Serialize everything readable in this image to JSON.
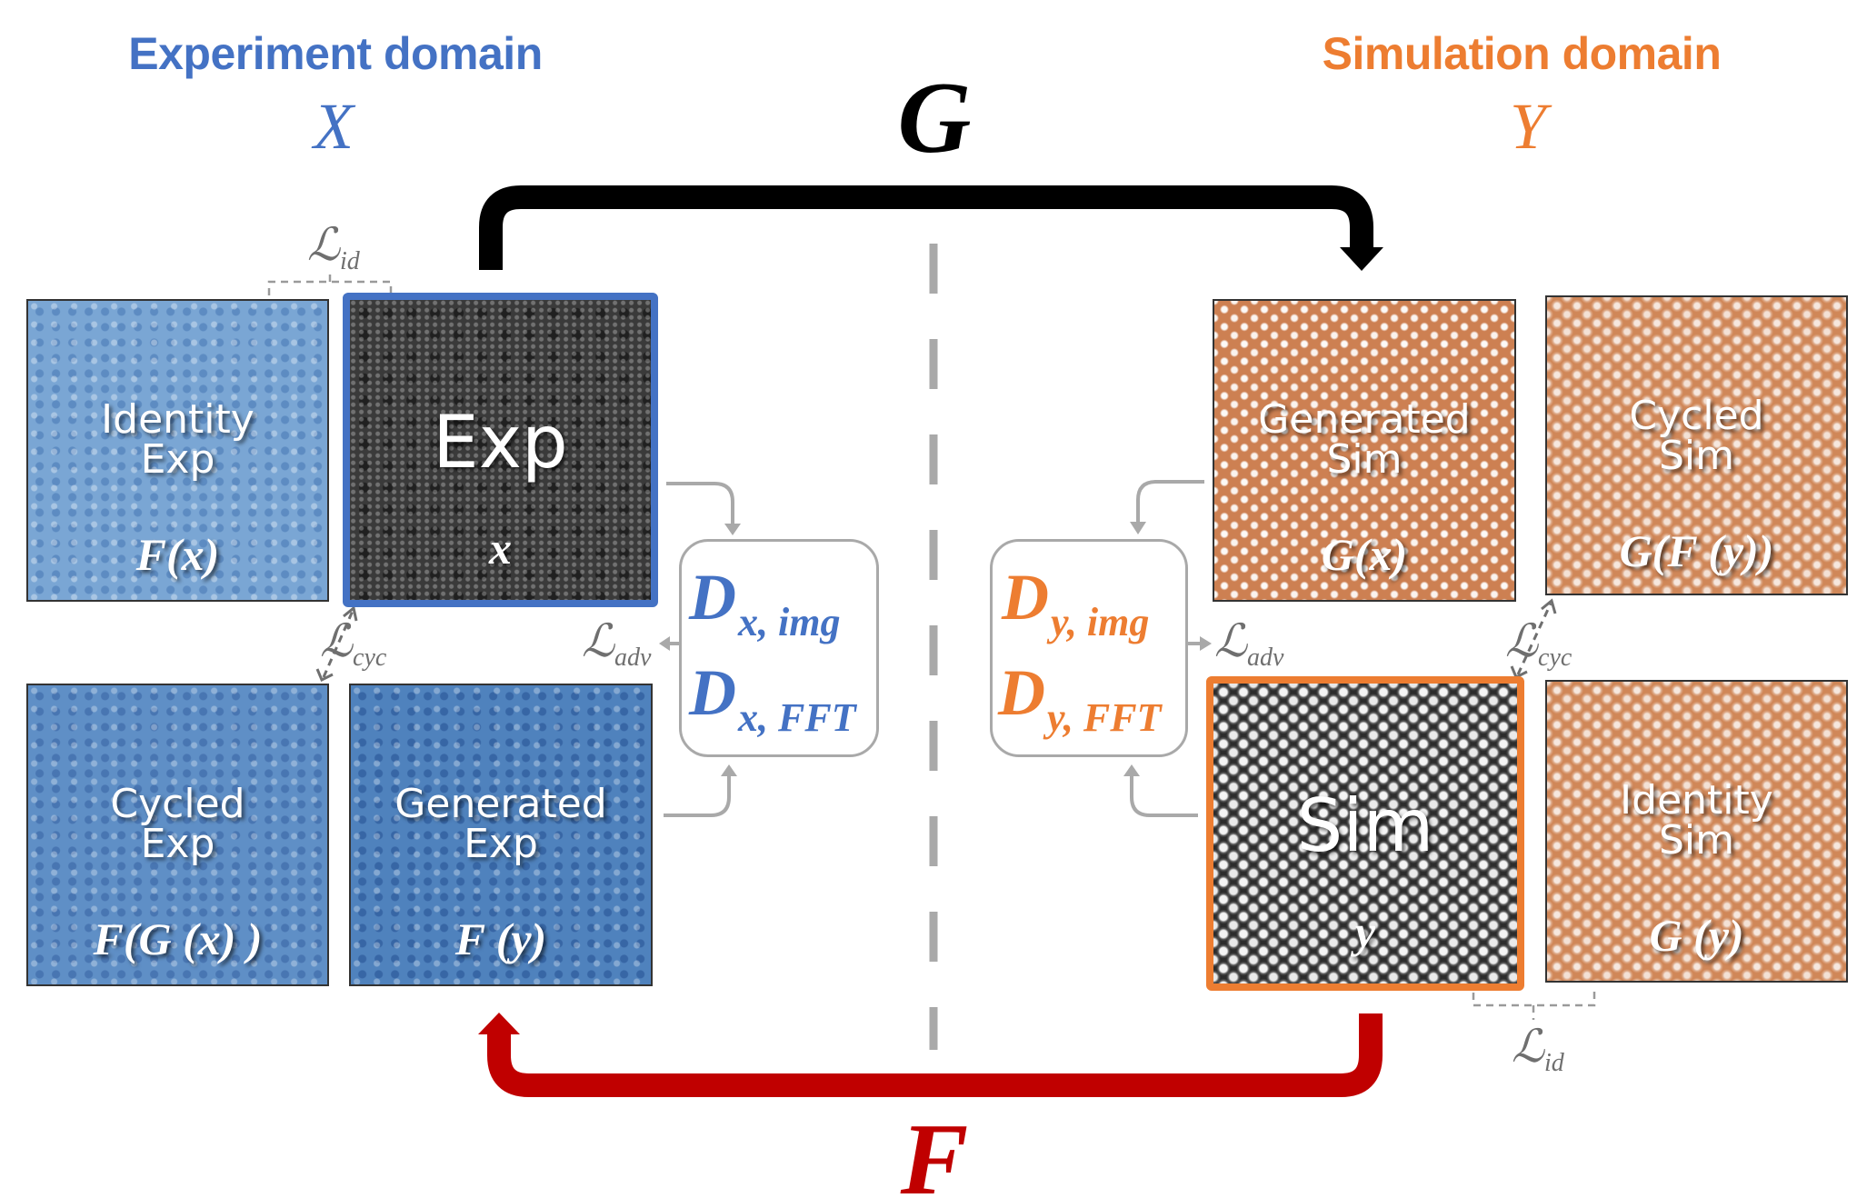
{
  "colors": {
    "experiment": "#4472C4",
    "simulation": "#ED7D31",
    "generator_G": "#000000",
    "generator_F": "#C00000",
    "loss_text": "#6F6F6F",
    "connector": "#A9A9A9"
  },
  "header": {
    "experiment_domain": "Experiment domain",
    "experiment_var": "X",
    "simulation_domain": "Simulation domain",
    "simulation_var": "Y"
  },
  "generators": {
    "G": "G",
    "F": "F"
  },
  "tiles": {
    "identity_exp": {
      "name_line1": "Identity",
      "name_line2": "Exp",
      "func": "F(x)"
    },
    "exp": {
      "name": "Exp",
      "func": "x"
    },
    "cycled_exp": {
      "name_line1": "Cycled",
      "name_line2": "Exp",
      "func": "F(G (x) )"
    },
    "generated_exp": {
      "name_line1": "Generated",
      "name_line2": "Exp",
      "func": "F (y)"
    },
    "generated_sim": {
      "name_line1": "Generated",
      "name_line2": "Sim",
      "func": "G(x)"
    },
    "cycled_sim": {
      "name_line1": "Cycled",
      "name_line2": "Sim",
      "func": "G(F (y))"
    },
    "sim": {
      "name": "Sim",
      "func": "y"
    },
    "identity_sim": {
      "name_line1": "Identity",
      "name_line2": "Sim",
      "func": "G (y)"
    }
  },
  "discriminators": {
    "x": {
      "img": {
        "D": "D",
        "sub": "x, img"
      },
      "fft": {
        "D": "D",
        "sub": "x, FFT"
      }
    },
    "y": {
      "img": {
        "D": "D",
        "sub": "y, img"
      },
      "fft": {
        "D": "D",
        "sub": "y, FFT"
      }
    }
  },
  "losses": {
    "symbol": "ℒ",
    "id": "id",
    "cyc": "cyc",
    "adv": "adv"
  }
}
